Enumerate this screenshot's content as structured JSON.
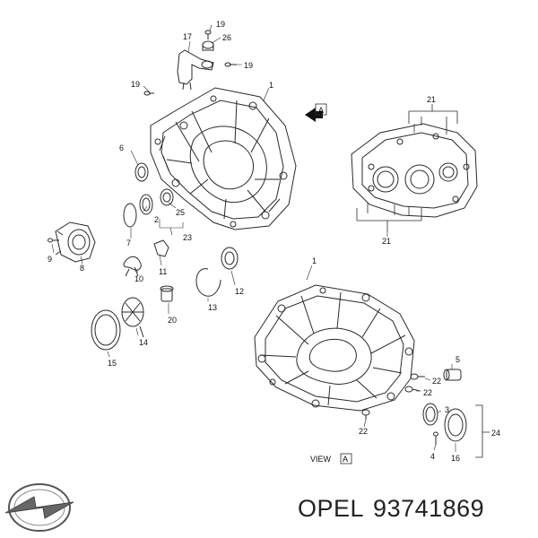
{
  "brand": {
    "name": "OPEL",
    "part_number": "93741869",
    "logo_icon": "opel-blitz-logo-icon"
  },
  "view_label": "VIEW",
  "view_marker": "A",
  "callouts": [
    "19",
    "17",
    "26",
    "19",
    "19",
    "1",
    "A",
    "21",
    "6",
    "2",
    "25",
    "23",
    "7",
    "9",
    "10",
    "11",
    "8",
    "12",
    "13",
    "20",
    "14",
    "15",
    "1",
    "21",
    "5",
    "22",
    "22",
    "3",
    "22",
    "24",
    "4",
    "16"
  ],
  "colors": {
    "line": "#2a2a2a",
    "text": "#111111",
    "background": "#ffffff"
  }
}
